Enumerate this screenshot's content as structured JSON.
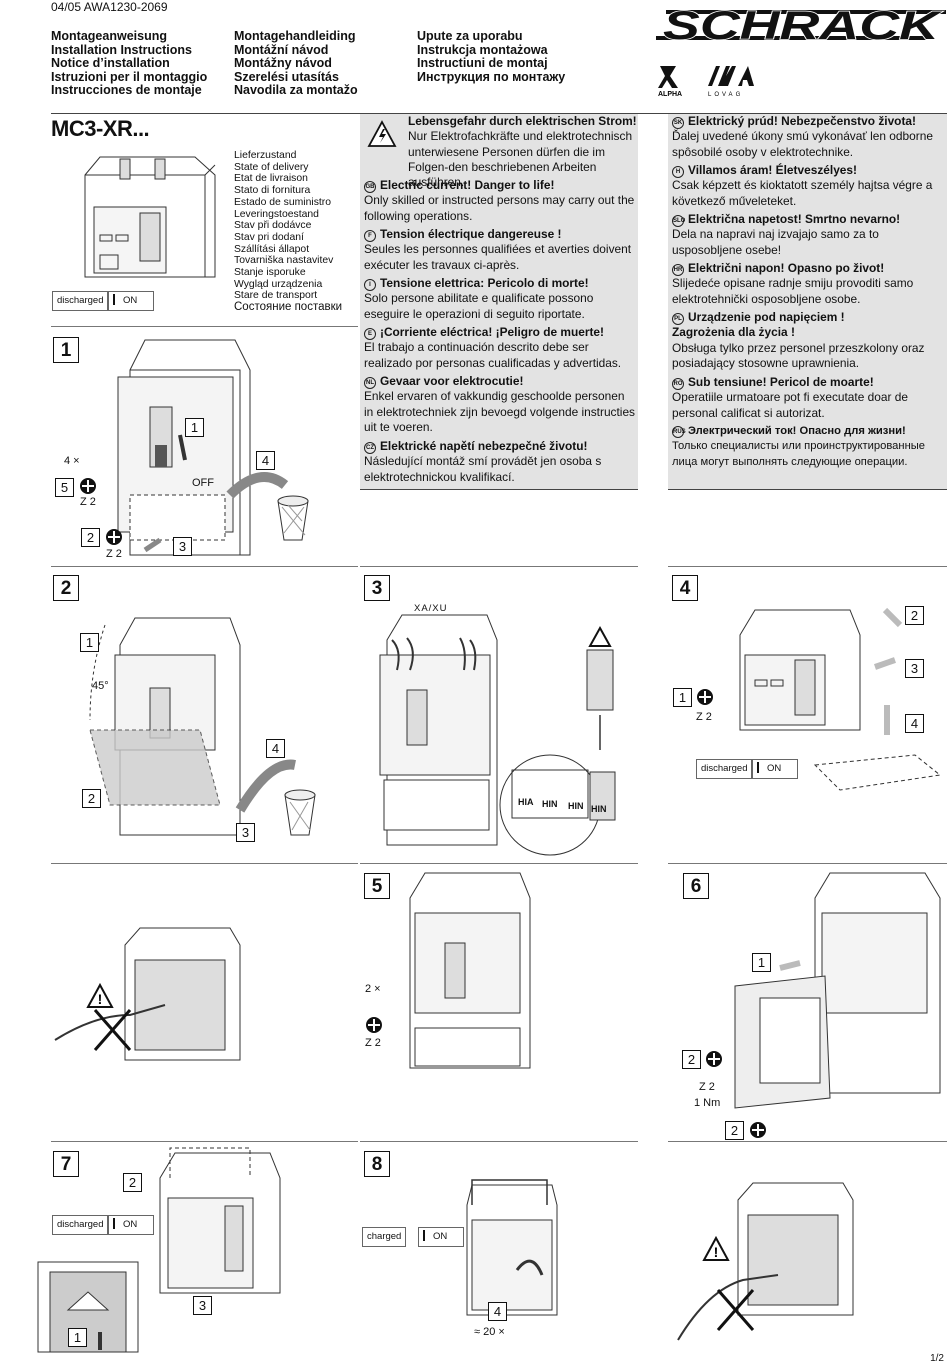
{
  "header": {
    "doc_code": "04/05 AWA1230-2069",
    "titles_col1": [
      "Montageanweisung",
      "Installation Instructions",
      "Notice d’installation",
      "Istruzioni per il montaggio",
      "Instrucciones de montaje"
    ],
    "titles_col2": [
      "Montagehandleiding",
      "Montážní návod",
      "Montážny návod",
      "Szerelési utasítás",
      "Navodila za montažo"
    ],
    "titles_col3": [
      "Upute za uporabu",
      "Instrukcja montażowa",
      "Instructiuni de montaj",
      "Инструкция по монтажу"
    ],
    "brand": "SCHRACK",
    "sub_brands": [
      "ALPHA",
      "LOVAG"
    ]
  },
  "product": {
    "model": "MC3-XR...",
    "delivery_state": [
      "Lieferzustand",
      "State of delivery",
      "Etat de livraison",
      "Stato di fornitura",
      "Estado de suministro",
      "Leveringstoestand",
      "Stav při dodávce",
      "Stav pri dodaní",
      "Szállítási állapot",
      "Tovarniška nastavitev",
      "Stanje isporuke",
      "Wygląd urządzenia",
      "Stare de transport",
      "Состояние поставки"
    ],
    "status_discharged": "discharged",
    "status_on": "ON",
    "status_charged": "charged"
  },
  "warnings_left": {
    "de": {
      "title": "Lebensgefahr durch elektrischen Strom!",
      "text": "Nur Elektrofachkräfte und elektrotechnisch unterwiesene Personen dürfen die im Folgen-den beschriebenen Arbeiten ausführen."
    },
    "gb": {
      "code": "GB",
      "title": "Electric current! Danger to life!",
      "text": "Only skilled or instructed persons may carry out the following operations."
    },
    "f": {
      "code": "F",
      "title": "Tension électrique dangereuse !",
      "text": "Seules les personnes qualifiées et averties doivent exécuter les travaux ci-après."
    },
    "i": {
      "code": "I",
      "title": "Tensione elettrica: Pericolo di morte!",
      "text": "Solo persone abilitate e qualificate possono eseguire le operazioni di seguito riportate."
    },
    "e": {
      "code": "E",
      "title": "¡Corriente eléctrica! ¡Peligro de muerte!",
      "text": "El trabajo a continuación descrito debe ser realizado por personas cualificadas y advertidas."
    },
    "nl": {
      "code": "NL",
      "title": "Gevaar voor elektrocutie!",
      "text": "Enkel ervaren of vakkundig geschoolde personen in elektrotechniek zijn bevoegd volgende instructies uit te voeren."
    },
    "cz": {
      "code": "CZ",
      "title": "Elektrické napětí nebezpečné životu!",
      "text": "Následující montáž smí provádět jen osoba s elektrotechnickou kvalifikací."
    }
  },
  "warnings_right": {
    "sk": {
      "code": "SK",
      "title": "Elektrický prúd! Nebezpečenstvo života!",
      "text": "Ďalej uvedené úkony smú vykonávať len odborne spôsobilé osoby v elektrotechnike."
    },
    "h": {
      "code": "H",
      "title": "Villamos áram! Életveszélyes!",
      "text": "Csak képzett és kioktatott személy hajtsa végre a következő műveleteket."
    },
    "slo": {
      "code": "SLO",
      "title": "Električna napetost! Smrtno nevarno!",
      "text": "Dela na napravi naj izvajajo samo za to usposobljene osebe!"
    },
    "hr": {
      "code": "HR",
      "title": "Električni napon! Opasno po život!",
      "text": "Slijedeće opisane radnje smiju provoditi samo elektrotehnički osposobljene osobe."
    },
    "pl": {
      "code": "PL",
      "title": "Urządzenie pod napięciem !",
      "title2": "Zagrożenia dla życia !",
      "text": "Obsługa tylko przez personel przeszkolony oraz posiadający stosowne uprawnienia."
    },
    "ro": {
      "code": "RO",
      "title": "Sub tensiune! Pericol de moarte!",
      "text": "Operatiile urmatoare pot fi executate doar de personal calificat si autorizat."
    },
    "rus": {
      "code": "RUS",
      "title": "Электрический ток! Опасно для жизни!",
      "text": "Только специалисты или проинструктированные лица могут выполнять следующие операции."
    }
  },
  "steps": {
    "s1": {
      "num": "1",
      "count": "4 ×",
      "screw": "Z 2",
      "off": "OFF",
      "sub": [
        "1",
        "2",
        "3",
        "4",
        "5"
      ]
    },
    "s2": {
      "num": "2",
      "angle": "45°",
      "sub": [
        "1",
        "2",
        "3",
        "4"
      ]
    },
    "s3": {
      "num": "3",
      "xa": "XA/XU",
      "labels": [
        "HIA",
        "HIN",
        "HIN",
        "HIN"
      ]
    },
    "s4": {
      "num": "4",
      "screw": "Z 2",
      "sub": [
        "1",
        "2",
        "3",
        "4"
      ]
    },
    "s5": {
      "num": "5",
      "count": "2 ×",
      "screw": "Z 2"
    },
    "s6": {
      "num": "6",
      "screw": "Z 2",
      "torque": "1 Nm",
      "sub": [
        "1",
        "2",
        "2"
      ]
    },
    "s7": {
      "num": "7",
      "sub": [
        "1",
        "2",
        "3"
      ]
    },
    "s8": {
      "num": "8",
      "sub": [
        "4"
      ],
      "count": "≈ 20 ×"
    }
  },
  "page": "1/2"
}
